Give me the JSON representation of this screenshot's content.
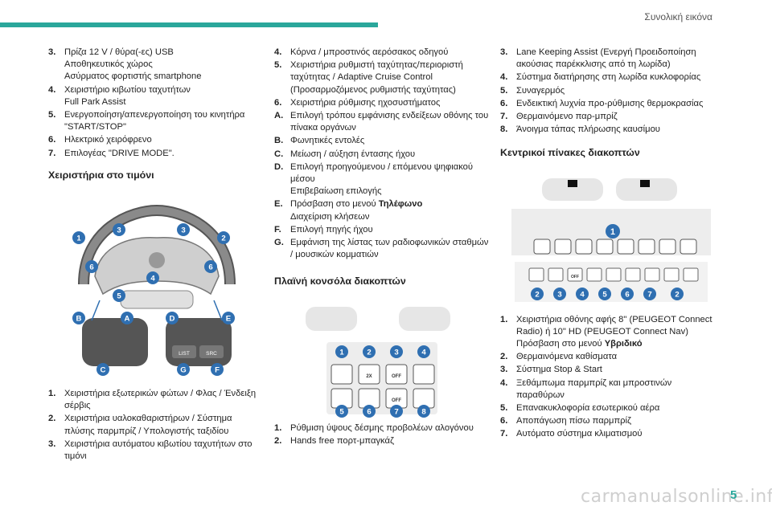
{
  "header": {
    "title": "Συνολική εικόνα"
  },
  "col1": {
    "items_top": [
      {
        "num": "3.",
        "lines": [
          "Πρίζα 12 V / θύρα(-ες) USB",
          "Αποθηκευτικός χώρος",
          "Ασύρματος φορτιστής smartphone"
        ]
      },
      {
        "num": "4.",
        "lines": [
          "Χειριστήριο κιβωτίου ταχυτήτων",
          "Full Park Assist"
        ]
      },
      {
        "num": "5.",
        "lines": [
          "Ενεργοποίηση/απενεργοποίηση του κινητήρα \"START/STOP\""
        ]
      },
      {
        "num": "6.",
        "lines": [
          "Ηλεκτρικό χειρόφρενο"
        ]
      },
      {
        "num": "7.",
        "lines": [
          "Επιλογέας \"DRIVE MODE\"."
        ]
      }
    ],
    "section_title": "Χειριστήρια στο τιμόνι",
    "items_bottom": [
      {
        "num": "1.",
        "lines": [
          "Χειριστήρια εξωτερικών φώτων / Φλας / Ένδειξη σέρβις"
        ]
      },
      {
        "num": "2.",
        "lines": [
          "Χειριστήρια υαλοκαθαριστήρων / Σύστημα πλύσης παρμπρίζ / Υπολογιστής ταξιδίου"
        ]
      },
      {
        "num": "3.",
        "lines": [
          "Χειριστήρια αυτόματου κιβωτίου ταχυτήτων στο τιμόνι"
        ]
      }
    ]
  },
  "col2": {
    "items_top": [
      {
        "num": "4.",
        "lines": [
          "Κόρνα / μπροστινός αερόσακος οδηγού"
        ]
      },
      {
        "num": "5.",
        "lines": [
          "Χειριστήρια ρυθμιστή ταχύτητας/περιοριστή ταχύτητας / Adaptive Cruise Control (Προσαρμοζόμενος ρυθμιστής ταχύτητας)"
        ]
      },
      {
        "num": "6.",
        "lines": [
          "Χειριστήρια ρύθμισης ηχοσυστήματος"
        ]
      },
      {
        "num": "A.",
        "lines": [
          "Επιλογή τρόπου εμφάνισης ενδείξεων οθόνης του πίνακα οργάνων"
        ]
      },
      {
        "num": "B.",
        "lines": [
          "Φωνητικές εντολές"
        ]
      },
      {
        "num": "C.",
        "lines": [
          "Μείωση / αύξηση έντασης ήχου"
        ]
      },
      {
        "num": "D.",
        "lines": [
          "Επιλογή προηγούμενου / επόμενου ψηφιακού μέσου",
          "Επιβεβαίωση επιλογής"
        ]
      },
      {
        "num": "E.",
        "pre": "Πρόσβαση στο μενού ",
        "bold": "Τηλέφωνο",
        "lines": [
          "Διαχείριση κλήσεων"
        ]
      },
      {
        "num": "F.",
        "lines": [
          "Επιλογή πηγής ήχου"
        ]
      },
      {
        "num": "G.",
        "lines": [
          "Εμφάνιση της λίστας των ραδιοφωνικών σταθμών / μουσικών κομματιών"
        ]
      }
    ],
    "section_title": "Πλαϊνή κονσόλα διακοπτών",
    "items_bottom": [
      {
        "num": "1.",
        "lines": [
          "Ρύθμιση ύψους δέσμης προβολέων αλογόνου"
        ]
      },
      {
        "num": "2.",
        "lines": [
          "Hands free πορτ-μπαγκάζ"
        ]
      }
    ]
  },
  "col3": {
    "items_top": [
      {
        "num": "3.",
        "lines": [
          "Lane Keeping Assist (Ενεργή Προειδοποίηση ακούσιας παρέκκλισης από τη λωρίδα)"
        ]
      },
      {
        "num": "4.",
        "lines": [
          "Σύστημα διατήρησης στη λωρίδα κυκλοφορίας"
        ]
      },
      {
        "num": "5.",
        "lines": [
          "Συναγερμός"
        ]
      },
      {
        "num": "6.",
        "lines": [
          "Ενδεικτική λυχνία προ-ρύθμισης θερμοκρασίας"
        ]
      },
      {
        "num": "7.",
        "lines": [
          "Θερμαινόμενο παρ-μπρίζ"
        ]
      },
      {
        "num": "8.",
        "lines": [
          "Άνοιγμα τάπας πλήρωσης καυσίμου"
        ]
      }
    ],
    "section_title": "Κεντρικοί πίνακες διακοπτών",
    "item1_lines": [
      "Χειριστήρια οθόνης αφής 8\" (PEUGEOT Connect Radio) ή 10\" HD (PEUGEOT Connect Nav)"
    ],
    "item1_pre": "Πρόσβαση στο μενού ",
    "item1_bold": "Υβριδικό",
    "items_bottom": [
      {
        "num": "2.",
        "lines": [
          "Θερμαινόμενα καθίσματα"
        ]
      },
      {
        "num": "3.",
        "lines": [
          "Σύστημα Stop & Start"
        ]
      },
      {
        "num": "4.",
        "lines": [
          "Ξεθάμπωμα παρμπρίζ και μπροστινών παραθύρων"
        ]
      },
      {
        "num": "5.",
        "lines": [
          "Επανακυκλοφορία εσωτερικού αέρα"
        ]
      },
      {
        "num": "6.",
        "lines": [
          "Αποπάγωση πίσω παρμπρίζ"
        ]
      },
      {
        "num": "7.",
        "lines": [
          "Αυτόματο σύστημα κλιματισμού"
        ]
      }
    ]
  },
  "figures": {
    "wheel_callouts": [
      "1",
      "3",
      "3",
      "2",
      "6",
      "6",
      "4",
      "5",
      "B",
      "A",
      "D",
      "E",
      "C",
      "G",
      "F"
    ],
    "wheel_button_labels": [
      "LIST",
      "SRC"
    ],
    "side_callouts": [
      "1",
      "2",
      "3",
      "4",
      "5",
      "6",
      "7",
      "8"
    ],
    "side_button_labels": [
      "2X",
      "OFF",
      "OFF"
    ],
    "center_callouts": [
      "1",
      "2",
      "3",
      "4",
      "5",
      "6",
      "7",
      "2"
    ],
    "center_button_labels": [
      "OFF"
    ]
  },
  "footer": {
    "watermark": "carmanualsonline.info",
    "page": "5"
  },
  "colors": {
    "accent": "#2aa79b",
    "callout": "#2f6fb1",
    "panel": "#e8e8e8"
  }
}
